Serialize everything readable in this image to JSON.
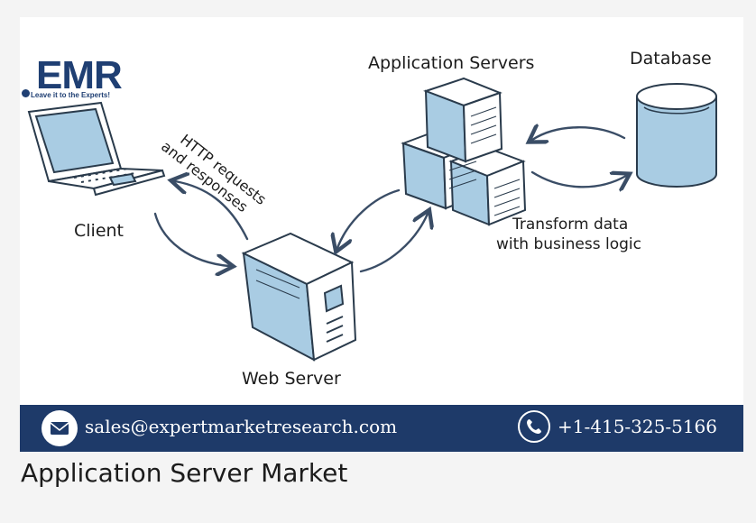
{
  "logo": {
    "text": "EMR",
    "tagline": "Leave it to the Experts!"
  },
  "diagram": {
    "client_label": "Client",
    "web_server_label": "Web Server",
    "app_servers_label": "Application Servers",
    "database_label": "Database",
    "http_label_line1": "HTTP requests",
    "http_label_line2": "and responses",
    "transform_label_line1": "Transform data",
    "transform_label_line2": "with business logic"
  },
  "footer": {
    "email": "sales@expertmarketresearch.com",
    "phone": "+1-415-325-5166",
    "email_icon": "mail-icon",
    "phone_icon": "phone-icon"
  },
  "caption": "Application Server Market",
  "colors": {
    "box_fill": "#a9cce3",
    "navy": "#1e3a69",
    "stroke": "#2a3b4c"
  }
}
